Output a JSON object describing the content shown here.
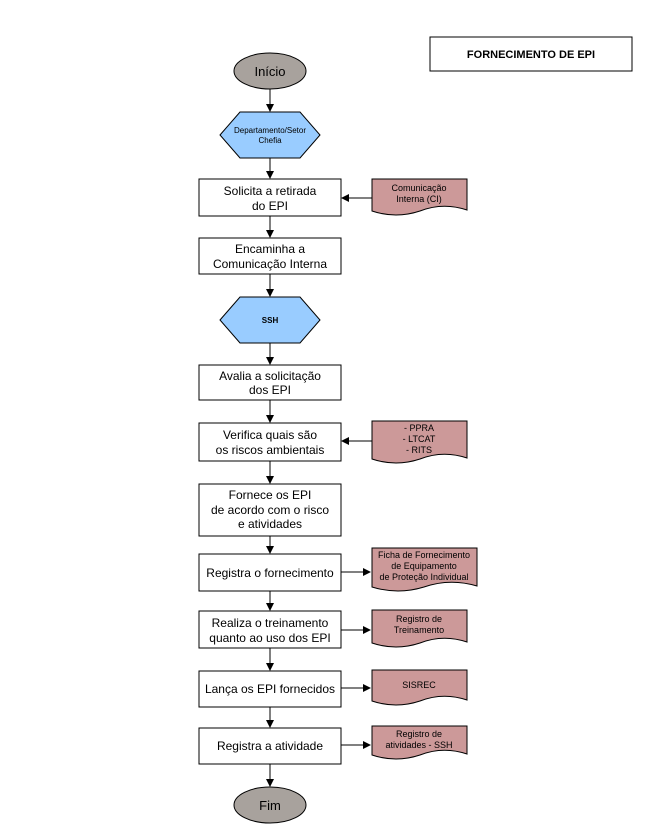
{
  "title": "FORNECIMENTO DE EPI",
  "start": "Início",
  "end": "Fim",
  "hex1": [
    "Departamento/Setor",
    "Chefia"
  ],
  "hex2": "SSH",
  "steps": [
    [
      "Solicita a retirada",
      "do EPI"
    ],
    [
      "Encaminha a",
      "Comunicação Interna"
    ],
    [
      "Avalia a solicitação",
      "dos EPI"
    ],
    [
      "Verifica quais são",
      "os riscos ambientais"
    ],
    [
      "Fornece os EPI",
      "de acordo com o risco",
      "e atividades"
    ],
    [
      "Registra o fornecimento"
    ],
    [
      "Realiza o treinamento",
      "quanto ao uso dos EPI"
    ],
    [
      "Lança os EPI fornecidos"
    ],
    [
      "Registra a atividade"
    ]
  ],
  "documents": [
    [
      "Comunicação",
      "Interna (CI)"
    ],
    [
      "- PPRA",
      "- LTCAT",
      "- RITS"
    ],
    [
      "Ficha de Fornecimento",
      "de Equipamento",
      "de Proteção Individual"
    ],
    [
      "Registro de",
      "Treinamento"
    ],
    [
      "SISREC"
    ],
    [
      "Registro de",
      "atividades - SSH"
    ]
  ],
  "colors": {
    "terminal": "#a8a29d",
    "hexagon": "#99ccff",
    "document": "#cc9999",
    "box": "#ffffff",
    "stroke": "#000000"
  }
}
